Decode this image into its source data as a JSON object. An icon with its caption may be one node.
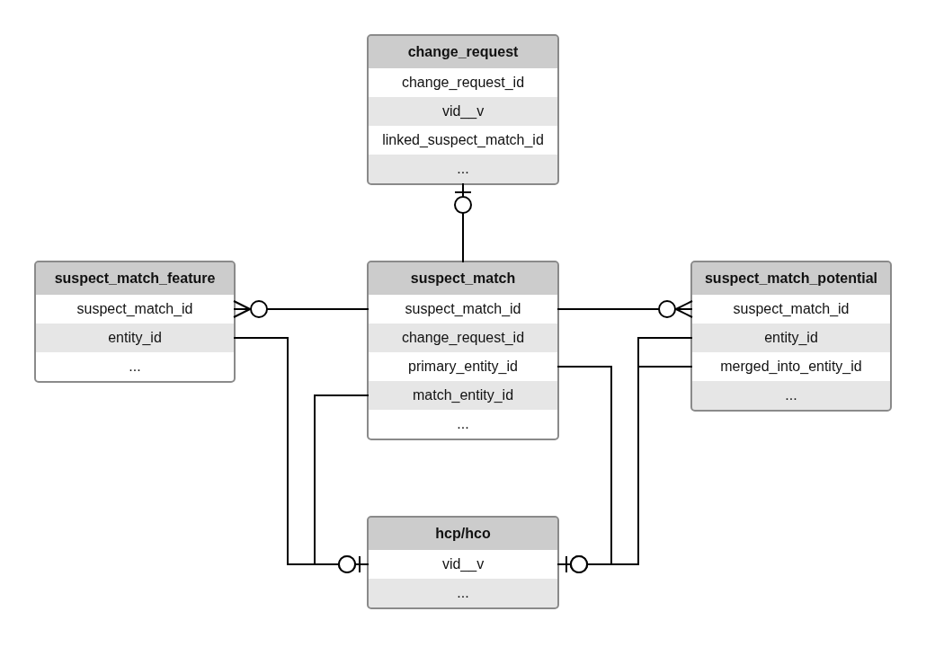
{
  "diagram": {
    "nodes": [
      {
        "text": [
          "change_request"
        ]
      },
      {
        "text": [
          "change_request_id"
        ],
        "in": 0
      },
      {
        "text": [
          "vid__v"
        ],
        "in": 0
      },
      {
        "text": [
          "linked_suspect_match_id"
        ],
        "in": 0
      },
      {
        "text": [
          "..."
        ],
        "in": 0
      },
      {
        "text": [
          "suspect_match_feature"
        ]
      },
      {
        "text": [
          "suspect_match_id"
        ],
        "in": 5
      },
      {
        "text": [
          "entity_id"
        ],
        "in": 5
      },
      {
        "text": [
          "..."
        ],
        "in": 5
      },
      {
        "text": [
          "suspect_match"
        ]
      },
      {
        "text": [
          "suspect_match_id"
        ],
        "in": 9
      },
      {
        "text": [
          "change_request_id"
        ],
        "in": 9
      },
      {
        "text": [
          "primary_entity_id"
        ],
        "in": 9
      },
      {
        "text": [
          "match_entity_id"
        ],
        "in": 9
      },
      {
        "text": [
          "..."
        ],
        "in": 9
      },
      {
        "text": [
          "suspect_match_potential"
        ]
      },
      {
        "text": [
          "suspect_match_id"
        ],
        "in": 15
      },
      {
        "text": [
          "entity_id"
        ],
        "in": 15
      },
      {
        "text": [
          "merged_into_entity_id"
        ],
        "in": 15
      },
      {
        "text": [
          "..."
        ],
        "in": 15
      },
      {
        "text": [
          "hcp/hco"
        ]
      },
      {
        "text": [
          "vid__v"
        ],
        "in": 20
      },
      {
        "text": [
          "..."
        ],
        "in": 20
      }
    ],
    "edges": [
      {
        "from": 9,
        "to": 0,
        "arrow": "other"
      },
      {
        "from": 10,
        "to": 6,
        "arrow": "other"
      },
      {
        "from": 10,
        "to": 16,
        "arrow": "other"
      },
      {
        "from": 7,
        "to": 21,
        "arrow": "other"
      },
      {
        "from": 13,
        "to": 21,
        "arrow": "other"
      },
      {
        "from": 12,
        "to": 21,
        "arrow": "other"
      },
      {
        "from": 17,
        "to": 21,
        "arrow": "other"
      },
      {
        "from": 18,
        "to": 21,
        "arrow": "other"
      }
    ]
  }
}
